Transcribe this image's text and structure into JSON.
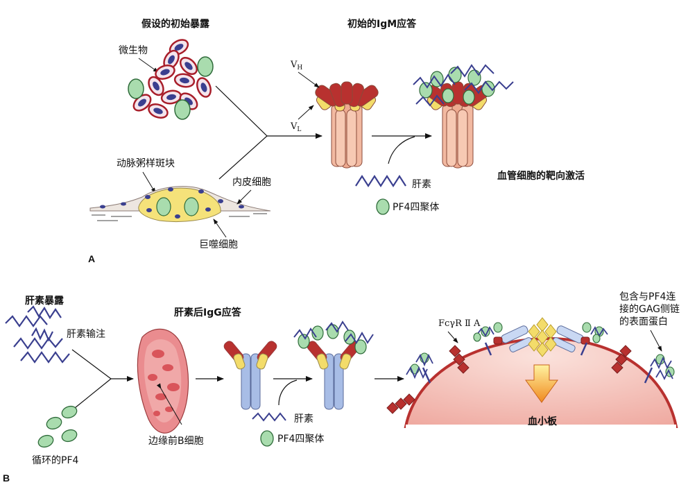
{
  "panel_a": {
    "letter": "A",
    "title_exposure": "假设的初始暴露",
    "title_igm": "初始的IgM应答",
    "label_microbe": "微生物",
    "label_plaque": "动脉粥样斑块",
    "label_endothelial": "内皮细胞",
    "label_macrophage": "巨噬细胞",
    "label_vh": "V",
    "label_vh_sub": "H",
    "label_vl": "V",
    "label_vl_sub": "L",
    "label_heparin": "肝素",
    "label_pf4": "PF4四聚体",
    "label_vascular": "血管细胞的靶向激活"
  },
  "panel_b": {
    "letter": "B",
    "title_heparin_exposure": "肝素暴露",
    "label_infusion": "肝素输注",
    "label_circulating": "循环的PF4",
    "title_igg": "肝素后IgG应答",
    "label_bcell": "边缘前B细胞",
    "label_heparin": "肝素",
    "label_pf4": "PF4四聚体",
    "label_fcgr": "FcγR Ⅱ A",
    "label_surface_1": "包含与PF4连",
    "label_surface_2": "接的GAG侧链",
    "label_surface_3": "的表面蛋白",
    "label_platelet": "血小板"
  },
  "colors": {
    "heavy_red": "#b8312f",
    "light_yellow": "#f3dc6a",
    "igm_peach": "#f2b9a1",
    "igg_blue": "#a8bde6",
    "pf4_green": "#a9dcae",
    "heparin_navy": "#3a3f8f",
    "platelet_pink": "#f3c4bf",
    "platelet_edge": "#b8312f",
    "plaque_yellow": "#f5e27a"
  }
}
